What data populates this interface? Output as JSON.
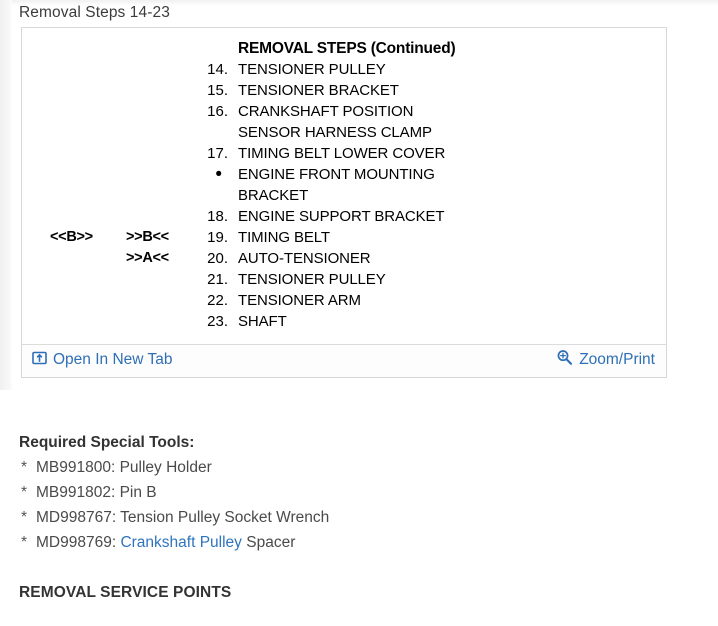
{
  "page": {
    "title": "Removal Steps 14-23"
  },
  "figure": {
    "alt_name": "removal-steps-diagram",
    "diagram": {
      "title": "REMOVAL STEPS (Continued)",
      "rows": [
        {
          "mark_left": "",
          "mark_right": "",
          "num": "14.",
          "label": "TENSIONER PULLEY"
        },
        {
          "mark_left": "",
          "mark_right": "",
          "num": "15.",
          "label": "TENSIONER BRACKET"
        },
        {
          "mark_left": "",
          "mark_right": "",
          "num": "16.",
          "label": "CRANKSHAFT POSITION"
        },
        {
          "mark_left": "",
          "mark_right": "",
          "num": "",
          "label": "SENSOR HARNESS CLAMP"
        },
        {
          "mark_left": "",
          "mark_right": "",
          "num": "17.",
          "label": "TIMING BELT LOWER COVER"
        },
        {
          "mark_left": "",
          "mark_right": "",
          "num": "•",
          "label": "ENGINE FRONT MOUNTING"
        },
        {
          "mark_left": "",
          "mark_right": "",
          "num": "",
          "label": "BRACKET"
        },
        {
          "mark_left": "",
          "mark_right": "",
          "num": "18.",
          "label": "ENGINE SUPPORT BRACKET"
        },
        {
          "mark_left": "<<B>>",
          "mark_right": ">>B<<",
          "num": "19.",
          "label": "TIMING BELT"
        },
        {
          "mark_left": "",
          "mark_right": ">>A<<",
          "num": "20.",
          "label": "AUTO-TENSIONER"
        },
        {
          "mark_left": "",
          "mark_right": "",
          "num": "21.",
          "label": "TENSIONER PULLEY"
        },
        {
          "mark_left": "",
          "mark_right": "",
          "num": "22.",
          "label": "TENSIONER ARM"
        },
        {
          "mark_left": "",
          "mark_right": "",
          "num": "23.",
          "label": "SHAFT"
        }
      ]
    },
    "footer": {
      "open_new_tab_label": "Open In New Tab",
      "open_new_tab_icon": "open-in-new-tab-icon",
      "zoom_print_label": "Zoom/Print",
      "zoom_print_icon": "magnifier-plus-icon",
      "link_color": "#2f6fb5"
    }
  },
  "tools": {
    "heading": "Required Special Tools:",
    "marker": "*",
    "items": [
      {
        "prefix": "MB991800: Pulley Holder",
        "link": "",
        "suffix": ""
      },
      {
        "prefix": "MB991802: Pin B",
        "link": "",
        "suffix": ""
      },
      {
        "prefix": "MD998767: Tension Pulley Socket Wrench",
        "link": "",
        "suffix": ""
      },
      {
        "prefix": "MD998769: ",
        "link": "Crankshaft Pulley",
        "suffix": " Spacer"
      }
    ]
  },
  "service_points": {
    "heading": "REMOVAL SERVICE POINTS"
  },
  "colors": {
    "link": "#2f74c0",
    "text": "#4a4a4a",
    "heading": "#333333",
    "panel_border": "#d7d7d7"
  }
}
